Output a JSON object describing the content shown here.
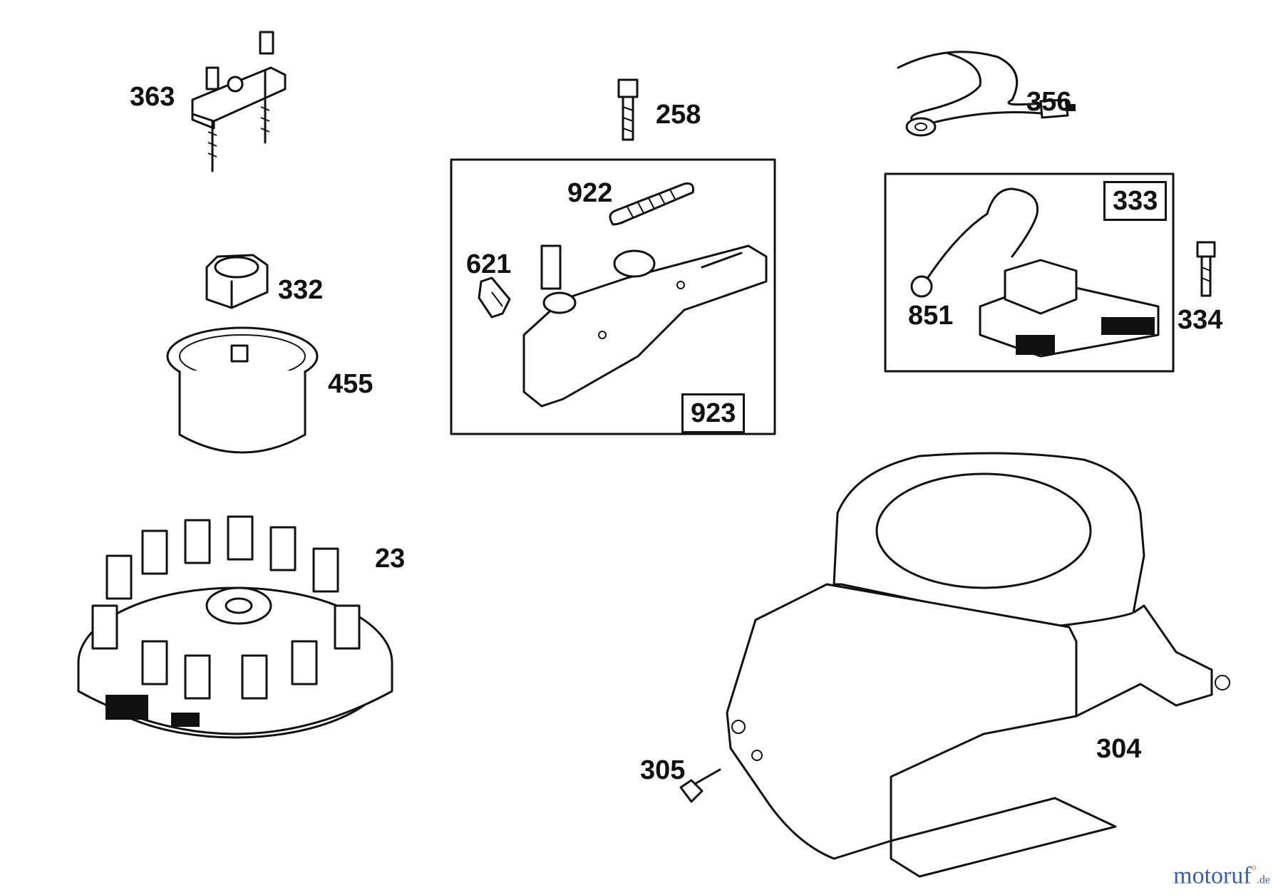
{
  "parts": {
    "p363": "363",
    "p332": "332",
    "p455": "455",
    "p23": "23",
    "p258": "258",
    "p922": "922",
    "p621": "621",
    "p923": "923",
    "p356": "356",
    "p333": "333",
    "p851": "851",
    "p334": "334",
    "p305": "305",
    "p304": "304"
  },
  "watermark": {
    "brand": "motoruf",
    "tld": ".de"
  }
}
